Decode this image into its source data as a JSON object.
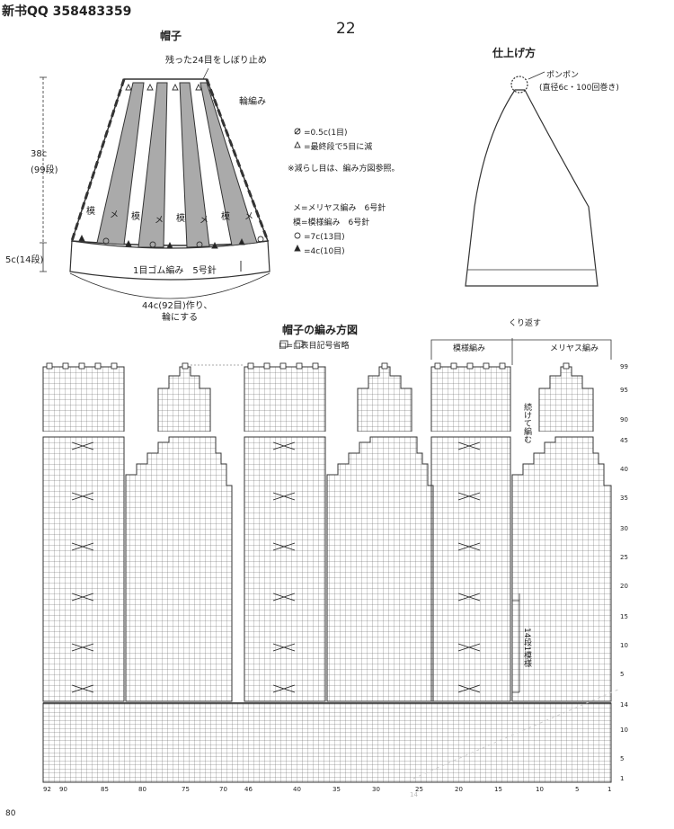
{
  "header": {
    "qq": "新书QQ 358483359",
    "page_number": "22"
  },
  "hat": {
    "title": "帽子",
    "decrease_note": "残った24目をしぼり止め",
    "round_label": "輪編み",
    "height_main": "38c",
    "height_main_rows": "(99段)",
    "height_rib": "5c(14段)",
    "rib_label": "1目ゴム編み　5号針",
    "cast_on_1": "44c(92目)作り、",
    "cast_on_2": "輪にする",
    "panel_pattern": "模",
    "panel_stockinette": "メ"
  },
  "legend": {
    "l1": "=0.5c(1目)",
    "l2": "=最終段で5目に減",
    "l3": "※減らし目は、編み方図参照。",
    "l4": "メ=メリヤス編み　6号針",
    "l5": "模=模様編み　6号針",
    "l6": "=7c(13目)",
    "l7": "=4c(10目)"
  },
  "finishing": {
    "title": "仕上げ方",
    "pompom": "ポンポン",
    "pompom_size": "(直径6c・100回巻き)"
  },
  "chart": {
    "title": "帽子の編み方図",
    "symbol_note": "□=□表目記号省略",
    "repeat_label": "くり返す",
    "pattern_label": "模様編み",
    "stockinette_label": "メリヤス編み",
    "continue_note": "続けて編む",
    "rows14_note": "14段1模様",
    "row_labels": [
      "99",
      "95",
      "90",
      "45",
      "40",
      "35",
      "30",
      "25",
      "20",
      "15",
      "10",
      "5",
      "14",
      "10",
      "5",
      "1"
    ],
    "col_labels": [
      "92",
      "90",
      "85",
      "80",
      "75",
      "70",
      "46",
      "40",
      "35",
      "30",
      "25",
      "20",
      "15",
      "10",
      "5",
      "1"
    ],
    "bottom_page": "80",
    "stray_mark": "14"
  }
}
